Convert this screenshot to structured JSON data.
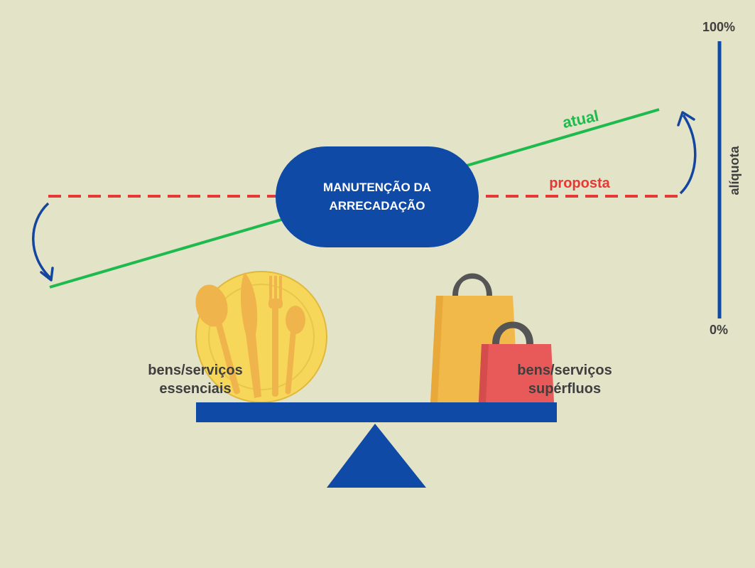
{
  "center_label": {
    "line1": "MANUTENÇÃO DA",
    "line2": "ARRECADAÇÃO"
  },
  "lines": {
    "current": {
      "label": "atual",
      "color": "#1fba4e"
    },
    "proposed": {
      "label": "proposta",
      "color": "#e53935"
    }
  },
  "axis": {
    "label": "alíquota",
    "max_label": "100%",
    "min_label": "0%",
    "color": "#0f4aa6"
  },
  "left_pan": {
    "line1": "bens/serviços",
    "line2": "essenciais",
    "icon": "plate-cutlery-icon"
  },
  "right_pan": {
    "line1": "bens/serviços",
    "line2": "supérfluos",
    "icon": "shopping-bags-icon"
  },
  "colors": {
    "background": "#e3e3c8",
    "pill": "#0f4aa6",
    "scale": "#0f4aa6",
    "arrow": "#1446a0",
    "plate": "#f7d75a",
    "cutlery": "#f0b44c",
    "bag_yellow": "#f0b94a",
    "bag_red": "#e85a5a",
    "bag_handle": "#555555"
  }
}
